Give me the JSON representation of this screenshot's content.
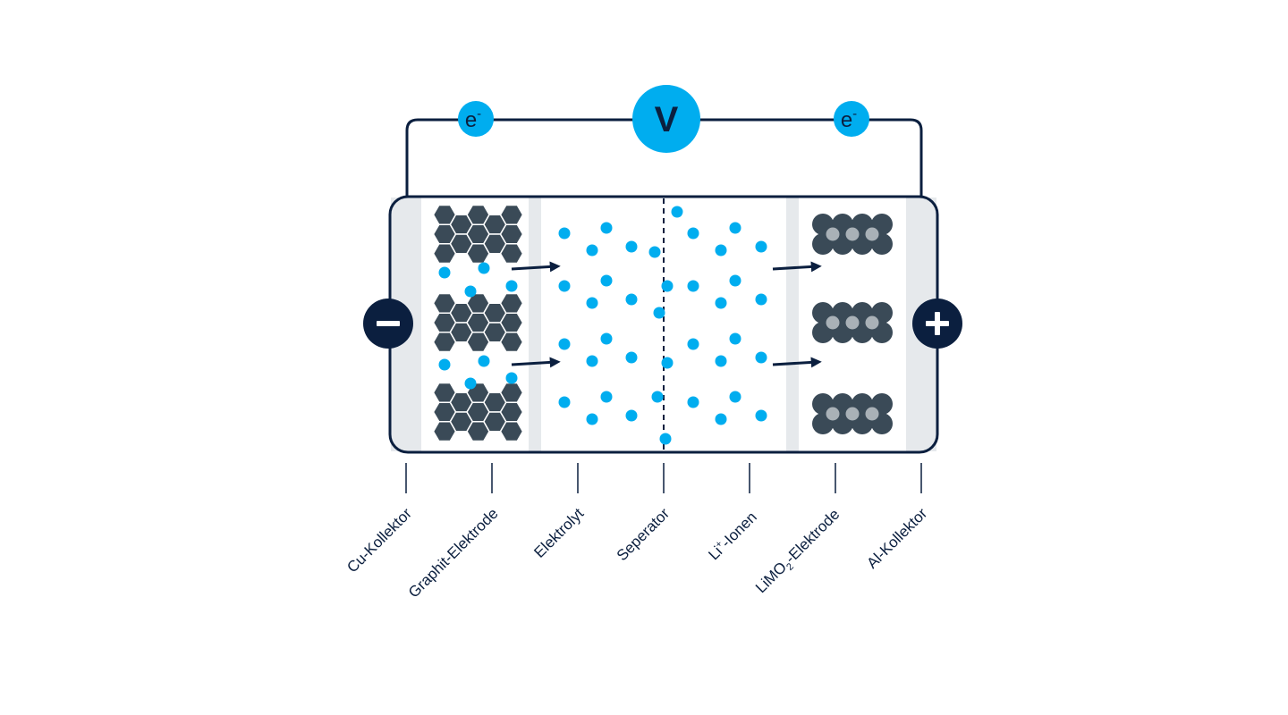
{
  "voltmeter": {
    "symbol": "V"
  },
  "electron_left": {
    "base": "e",
    "sign": "-"
  },
  "electron_right": {
    "base": "e",
    "sign": "-"
  },
  "terminal_negative": {
    "symbol": "−"
  },
  "terminal_positive": {
    "symbol": "+"
  },
  "labels": {
    "cu_collector": "Cu-Kollektor",
    "graphite_electrode": "Graphit-Elektrode",
    "electrolyte": "Elektrolyt",
    "separator": "Seperator",
    "li_ions": {
      "prefix": "Li",
      "sup": "+",
      "suffix": "-Ionen"
    },
    "limo2_electrode": {
      "prefix": "LiMO",
      "sub": "2",
      "suffix": "-Elektrode"
    },
    "al_collector": "Al-Kollektor"
  },
  "colors": {
    "navy": "#0b1f3f",
    "ion_blue": "#00adef",
    "graphite": "#3a4a57",
    "collector_gray": "#e6e9ec",
    "oxygen_gray": "#a9b1b7"
  }
}
